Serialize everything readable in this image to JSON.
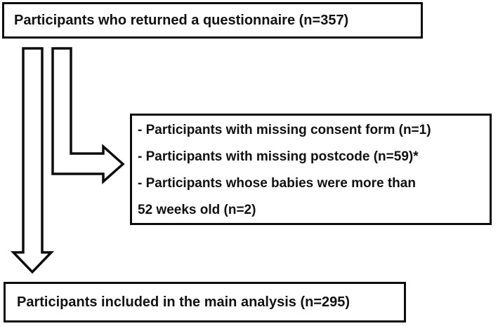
{
  "flowchart": {
    "colors": {
      "background": "#ffffff",
      "line": "#0c0c0c",
      "box_fill": "#ffffff",
      "text": "#111111"
    },
    "top_box": {
      "text": "Participants who returned a questionnaire (n=357)"
    },
    "exclusion_box": {
      "lines": [
        "- Participants with missing consent form (n=1)",
        "- Participants with missing postcode (n=59)*",
        "- Participants whose babies were more than",
        "52 weeks old (n=2)"
      ]
    },
    "bottom_box": {
      "text": "Participants included in the main analysis (n=295)"
    },
    "arrows": [
      {
        "name": "main-flow-down-arrow",
        "from": "top_box",
        "to": "bottom_box",
        "direction": "down"
      },
      {
        "name": "exclusions-elbow-arrow",
        "from": "top_box",
        "to": "exclusion_box",
        "direction": "down-then-right"
      }
    ]
  }
}
